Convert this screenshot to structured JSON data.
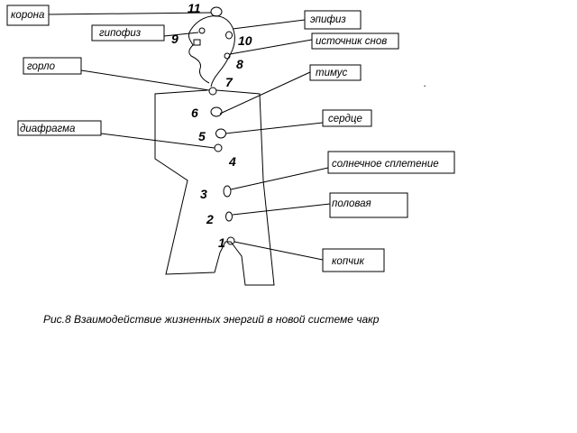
{
  "labels": [
    {
      "id": "crown",
      "text": "корона"
    },
    {
      "id": "pituitary",
      "text": "гипофиз"
    },
    {
      "id": "throat",
      "text": "горло"
    },
    {
      "id": "diaphragm",
      "text": "диафрагма"
    },
    {
      "id": "pineal",
      "text": "эпифиз"
    },
    {
      "id": "dream-source",
      "text": "источник снов"
    },
    {
      "id": "thymus",
      "text": "тимус"
    },
    {
      "id": "heart",
      "text": "сердце"
    },
    {
      "id": "solar-plexus",
      "text": "солнечное сплетение"
    },
    {
      "id": "sacral",
      "text": "половая"
    },
    {
      "id": "coccyx",
      "text": "копчик"
    }
  ],
  "numbers": [
    "11",
    "9",
    "10",
    "8",
    "7",
    "6",
    "5",
    "4",
    "3",
    "2",
    "1"
  ],
  "caption": "Рис.8 Взаимодействие жизненных энергий  в новой системе чакр",
  "dot": "."
}
